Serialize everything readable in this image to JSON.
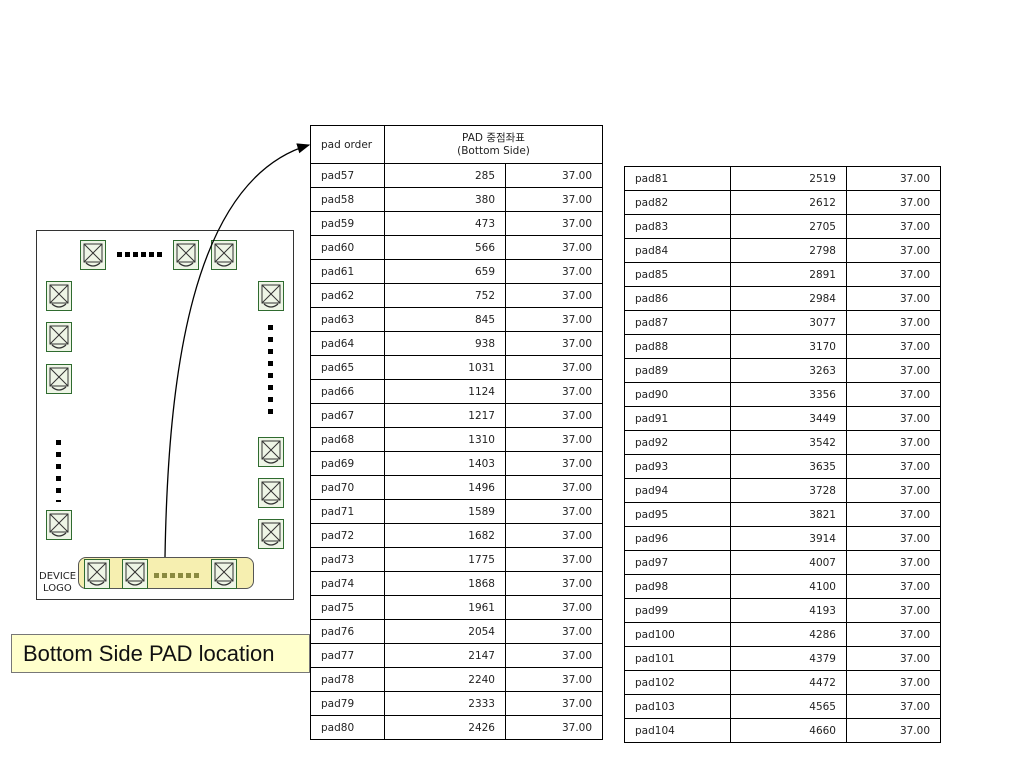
{
  "device": {
    "logo_line1": "DEVICE",
    "logo_line2": "LOGO",
    "callout": "Bottom Side PAD location",
    "colors": {
      "pad_fill": "#eef5e6",
      "pad_border": "#2f6b2f",
      "highlight": "#f6efb0",
      "callout_bg": "#ffffcc"
    }
  },
  "table_left": {
    "header_order": "pad order",
    "header_coord_line1": "PAD 중점좌표",
    "header_coord_line2": "(Bottom Side)",
    "rows": [
      [
        "pad57",
        "285",
        "37.00"
      ],
      [
        "pad58",
        "380",
        "37.00"
      ],
      [
        "pad59",
        "473",
        "37.00"
      ],
      [
        "pad60",
        "566",
        "37.00"
      ],
      [
        "pad61",
        "659",
        "37.00"
      ],
      [
        "pad62",
        "752",
        "37.00"
      ],
      [
        "pad63",
        "845",
        "37.00"
      ],
      [
        "pad64",
        "938",
        "37.00"
      ],
      [
        "pad65",
        "1031",
        "37.00"
      ],
      [
        "pad66",
        "1124",
        "37.00"
      ],
      [
        "pad67",
        "1217",
        "37.00"
      ],
      [
        "pad68",
        "1310",
        "37.00"
      ],
      [
        "pad69",
        "1403",
        "37.00"
      ],
      [
        "pad70",
        "1496",
        "37.00"
      ],
      [
        "pad71",
        "1589",
        "37.00"
      ],
      [
        "pad72",
        "1682",
        "37.00"
      ],
      [
        "pad73",
        "1775",
        "37.00"
      ],
      [
        "pad74",
        "1868",
        "37.00"
      ],
      [
        "pad75",
        "1961",
        "37.00"
      ],
      [
        "pad76",
        "2054",
        "37.00"
      ],
      [
        "pad77",
        "2147",
        "37.00"
      ],
      [
        "pad78",
        "2240",
        "37.00"
      ],
      [
        "pad79",
        "2333",
        "37.00"
      ],
      [
        "pad80",
        "2426",
        "37.00"
      ]
    ]
  },
  "table_right": {
    "rows": [
      [
        "pad81",
        "2519",
        "37.00"
      ],
      [
        "pad82",
        "2612",
        "37.00"
      ],
      [
        "pad83",
        "2705",
        "37.00"
      ],
      [
        "pad84",
        "2798",
        "37.00"
      ],
      [
        "pad85",
        "2891",
        "37.00"
      ],
      [
        "pad86",
        "2984",
        "37.00"
      ],
      [
        "pad87",
        "3077",
        "37.00"
      ],
      [
        "pad88",
        "3170",
        "37.00"
      ],
      [
        "pad89",
        "3263",
        "37.00"
      ],
      [
        "pad90",
        "3356",
        "37.00"
      ],
      [
        "pad91",
        "3449",
        "37.00"
      ],
      [
        "pad92",
        "3542",
        "37.00"
      ],
      [
        "pad93",
        "3635",
        "37.00"
      ],
      [
        "pad94",
        "3728",
        "37.00"
      ],
      [
        "pad95",
        "3821",
        "37.00"
      ],
      [
        "pad96",
        "3914",
        "37.00"
      ],
      [
        "pad97",
        "4007",
        "37.00"
      ],
      [
        "pad98",
        "4100",
        "37.00"
      ],
      [
        "pad99",
        "4193",
        "37.00"
      ],
      [
        "pad100",
        "4286",
        "37.00"
      ],
      [
        "pad101",
        "4379",
        "37.00"
      ],
      [
        "pad102",
        "4472",
        "37.00"
      ],
      [
        "pad103",
        "4565",
        "37.00"
      ],
      [
        "pad104",
        "4660",
        "37.00"
      ]
    ]
  }
}
